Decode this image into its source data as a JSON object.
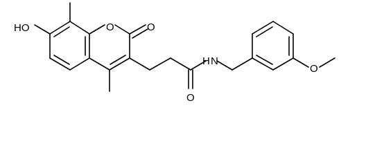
{
  "atoms": {
    "hydroxyl": "HO",
    "ring_oxygen": "O",
    "carbonyl_oxygen_lactone": "O",
    "amide_oxygen": "O",
    "amide_nitrogen": "N",
    "amide_hydrogen": "H",
    "methoxy_oxygen": "O"
  },
  "colors": {
    "bond": "#000000",
    "background": "#ffffff"
  }
}
